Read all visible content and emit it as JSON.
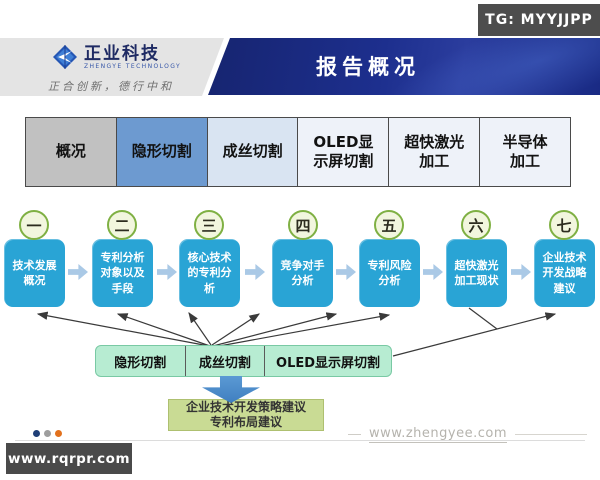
{
  "watermark_top": {
    "label": "TG: MYYJJPP"
  },
  "logo": {
    "name_cn": "正业科技",
    "name_en": "ZHENGYE TECHNOLOGY",
    "slogan": "正合创新，德行中和"
  },
  "header": {
    "title": "报告概况"
  },
  "tabs": [
    {
      "label": "概况",
      "bg": "#c1c1c1"
    },
    {
      "label": "隐形切割",
      "bg": "#6d9ad0"
    },
    {
      "label": "成丝切割",
      "bg": "#d9e4f2"
    },
    {
      "label": "OLED显\n示屏切割",
      "bg": "#eef2f9"
    },
    {
      "label": "超快激光\n加工",
      "bg": "#eef2f9"
    },
    {
      "label": "半导体\n加工",
      "bg": "#eef2f9"
    }
  ],
  "steps": [
    {
      "num": "一",
      "label": "技术发展\n概况"
    },
    {
      "num": "二",
      "label": "专利分析\n对象以及\n手段"
    },
    {
      "num": "三",
      "label": "核心技术\n的专利分\n析"
    },
    {
      "num": "四",
      "label": "竞争对手\n分析"
    },
    {
      "num": "五",
      "label": "专利风险\n分析"
    },
    {
      "num": "六",
      "label": "超快激光\n加工现状"
    },
    {
      "num": "七",
      "label": "企业技术\n开发战略\n建议"
    }
  ],
  "branches": [
    {
      "label": "隐形切割"
    },
    {
      "label": "成丝切割"
    },
    {
      "label": "OLED显示屏切割"
    }
  ],
  "conclusion": {
    "label": "企业技术开发策略建议\n专利布局建议"
  },
  "footer": {
    "site": "www.zhengyee.com",
    "watermark": "www.rqrpr.com",
    "dot_colors": [
      "#1f3f77",
      "#9e9e9e",
      "#e2711d"
    ]
  }
}
